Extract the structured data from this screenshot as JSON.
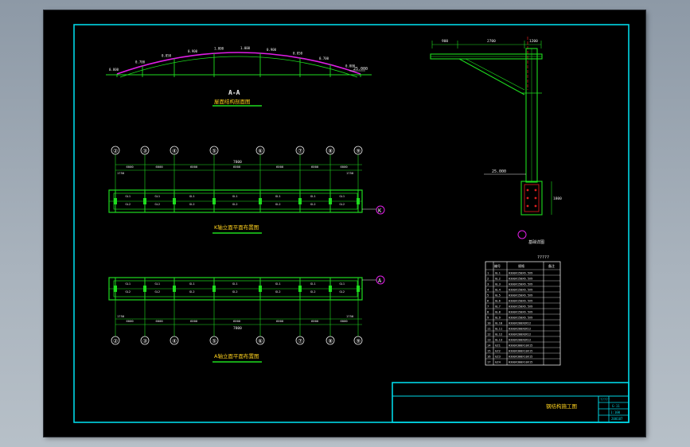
{
  "drawing": {
    "section": {
      "label": "A-A",
      "title": "屋面结构剖面图",
      "elevation": "25.000",
      "level_marks": [
        "0.800",
        "0.700",
        "0.850",
        "0.900",
        "1.000",
        "1.000",
        "0.900",
        "0.850",
        "0.700",
        "0.800"
      ]
    },
    "grid_axes": [
      "②",
      "③",
      "④",
      "⑤",
      "⑥",
      "⑦",
      "⑧",
      "⑨"
    ],
    "plan_k": {
      "title": "K轴立面平面布置图",
      "row_label": "K",
      "total_dim": "7800",
      "segments": [
        "6000",
        "6000",
        "6000",
        "6000",
        "6000",
        "6000",
        "6000"
      ],
      "end_dims": [
        "1750",
        "1750"
      ]
    },
    "plan_a": {
      "title": "A轴立面平面布置图",
      "row_label": "A",
      "total_dim": "7800",
      "segments": [
        "6000",
        "6000",
        "6000",
        "6000",
        "6000",
        "6000",
        "6000"
      ],
      "end_dims": [
        "1750",
        "1750"
      ]
    },
    "detail": {
      "top_dims": [
        "900",
        "2700",
        "1200"
      ],
      "elevation": "25.000",
      "foot_label": "基础详图",
      "dim_right": "1800"
    },
    "table": {
      "caption": "?????",
      "headers": [
        "编号",
        "规格",
        "备注"
      ],
      "rows": [
        [
          "1",
          "GL1",
          "H300X150X6.5X9"
        ],
        [
          "2",
          "GL2",
          "H300X150X6.5X9"
        ],
        [
          "3",
          "GL3",
          "H300X150X6.5X9"
        ],
        [
          "4",
          "GL4",
          "H300X150X6.5X9"
        ],
        [
          "5",
          "GL5",
          "H300X150X6.5X9"
        ],
        [
          "6",
          "GL6",
          "H300X150X6.5X9"
        ],
        [
          "7",
          "GL7",
          "H300X150X6.5X9"
        ],
        [
          "8",
          "GL8",
          "H300X150X6.5X9"
        ],
        [
          "9",
          "GL9",
          "H300X150X6.5X9"
        ],
        [
          "10",
          "GL10",
          "H300X200X8X12"
        ],
        [
          "11",
          "GL11",
          "H300X200X8X12"
        ],
        [
          "12",
          "GL12",
          "H300X200X8X12"
        ],
        [
          "13",
          "GL13",
          "H300X200X8X12"
        ],
        [
          "14",
          "GZ1",
          "H300X300X10X15"
        ],
        [
          "15",
          "GZ2",
          "H300X300X10X15"
        ],
        [
          "16",
          "GZ3",
          "H300X300X10X15"
        ],
        [
          "17",
          "GZ4",
          "H300X300X10X15"
        ]
      ]
    },
    "title_block": {
      "drawing_name": "钢结构施工图",
      "project": "?????",
      "sheet_no": "G-11",
      "scale": "1:100",
      "date": "200107"
    }
  },
  "colors": {
    "frame": "#00d7e6",
    "member": "#1edc1e",
    "arch": "#e01ee6",
    "title_text": "#ffd21e"
  }
}
